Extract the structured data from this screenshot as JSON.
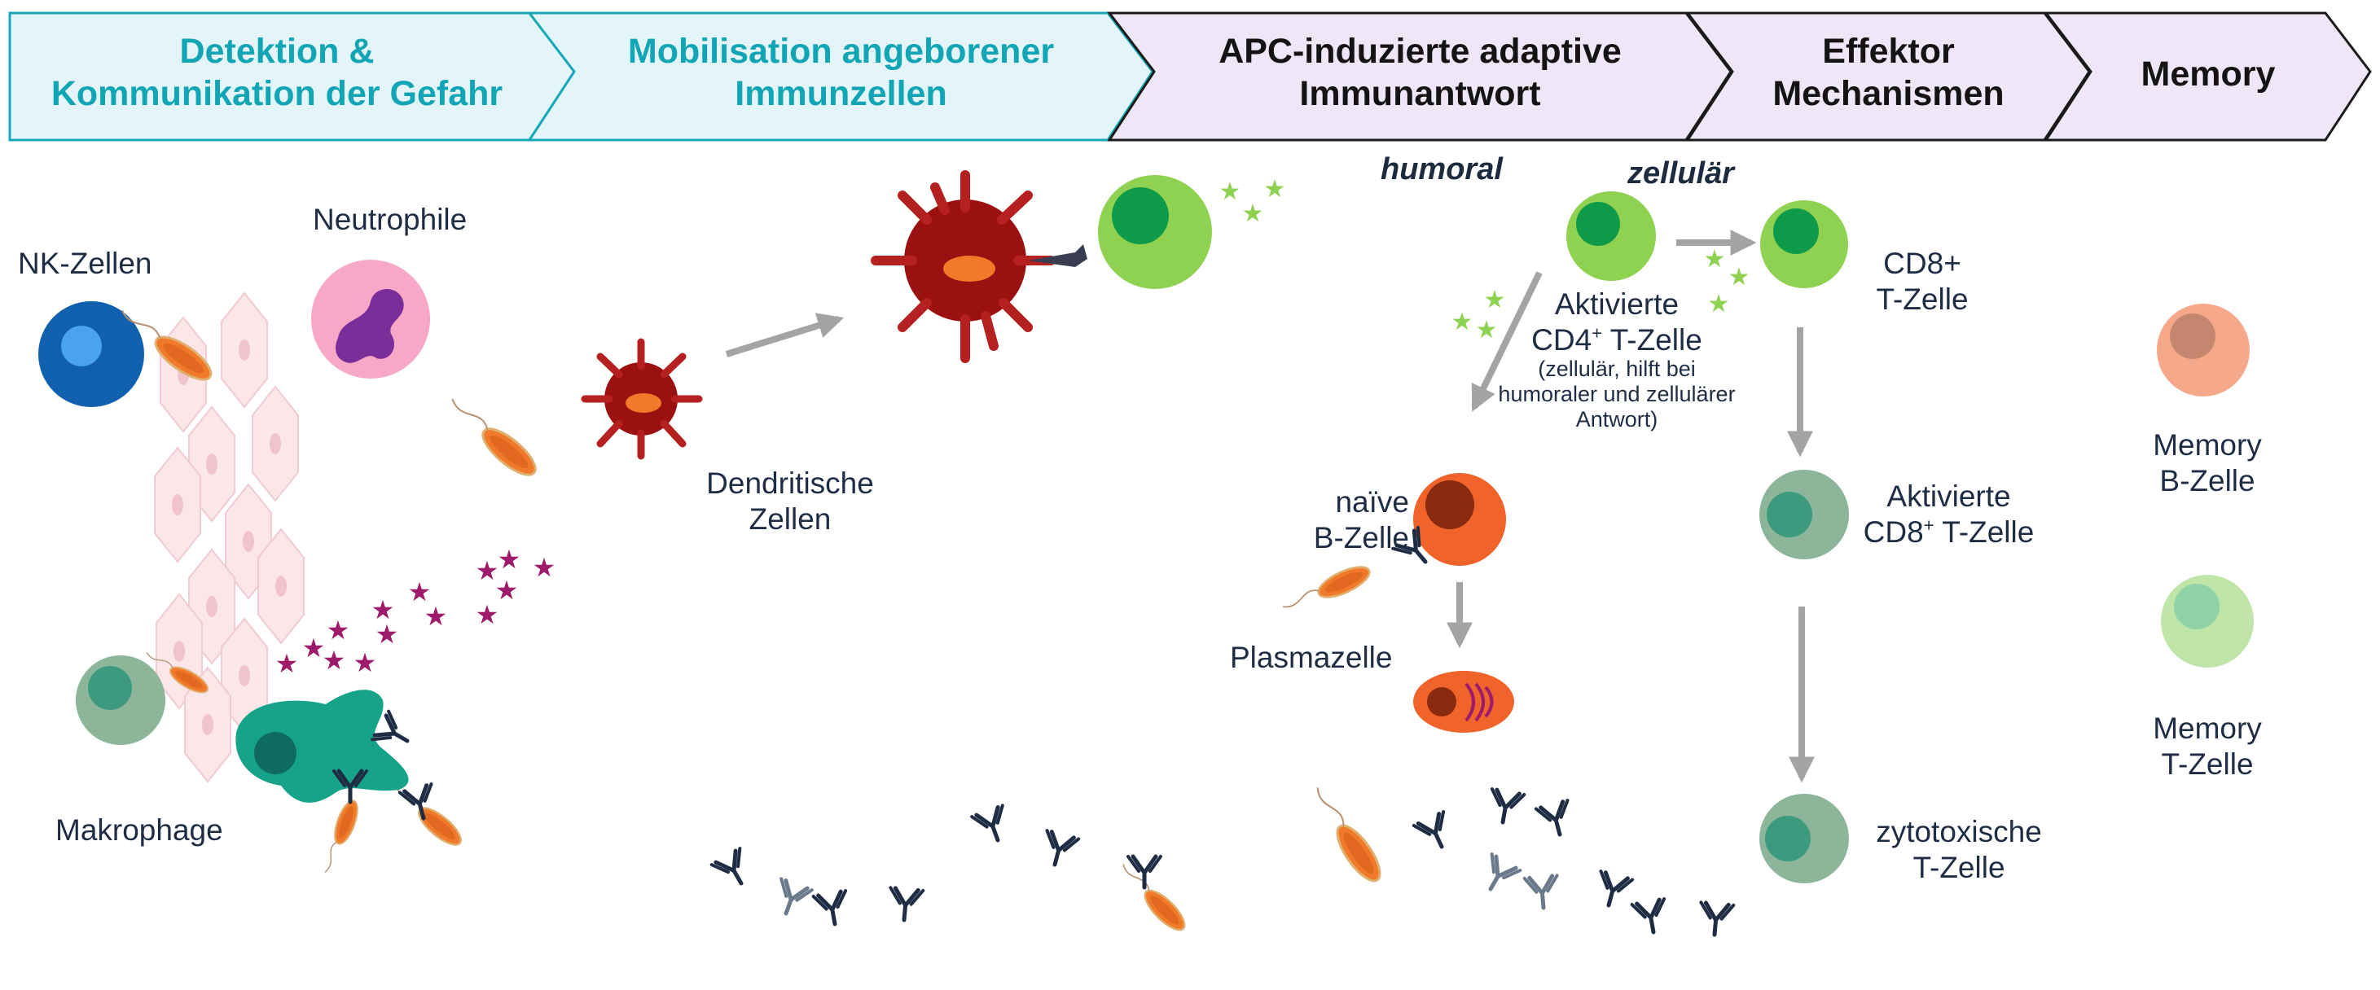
{
  "stages": [
    {
      "line1": "Detektion &",
      "line2": "Kommunikation der Gefahr",
      "fill": "#e3f5f8",
      "stroke": "#19a8b8",
      "text_color": "#12a5b5"
    },
    {
      "line1": "Mobilisation angeborener",
      "line2": "Immunzellen",
      "fill": "#e3f5f8",
      "stroke": "#19a8b8",
      "text_color": "#12a5b5"
    },
    {
      "line1": "APC-induzierte adaptive",
      "line2": "Immunantwort",
      "fill": "#efe7f7",
      "stroke": "#1a1a1a",
      "text_color": "#141414"
    },
    {
      "line1": "Effektor",
      "line2": "Mechanismen",
      "fill": "#efe7f7",
      "stroke": "#1a1a1a",
      "text_color": "#141414"
    },
    {
      "line1": "Memory",
      "line2": "",
      "fill": "#efe7f7",
      "stroke": "#1a1a1a",
      "text_color": "#141414"
    }
  ],
  "sections": {
    "humoral": "humoral",
    "cellular": "zellulär"
  },
  "labels": {
    "nk_cells": "NK-Zellen",
    "neutrophils": "Neutrophile",
    "macrophage": "Makrophage",
    "dendritic_1": "Dendritische",
    "dendritic_2": "Zellen",
    "cd4_1": "Aktivierte",
    "cd4_2": "CD4",
    "cd4_sup": "+",
    "cd4_3": " T-Zelle",
    "cd4_note_1": "(zellulär, hilft bei",
    "cd4_note_2": "humoraler und zellulärer",
    "cd4_note_3": "Antwort)",
    "cd8_1": "CD8+",
    "cd8_2": "T-Zelle",
    "naive_b_1": "naïve",
    "naive_b_2": "B-Zelle",
    "plasma": "Plasmazelle",
    "act_cd8_1": "Aktivierte",
    "act_cd8_2": "CD8",
    "act_cd8_sup": "+",
    "act_cd8_3": " T-Zelle",
    "cytotoxic_1": "zytotoxische",
    "cytotoxic_2": "T-Zelle",
    "mem_b_1": "Memory",
    "mem_b_2": "B-Zelle",
    "mem_t_1": "Memory",
    "mem_t_2": "T-Zelle"
  },
  "colors": {
    "nk_cell": "#1160ad",
    "neutrophil": "#f7a8c6",
    "macrophage": "#17a38a",
    "dendritic": "#9b1010",
    "t_cell": "#8fd150",
    "b_cell": "#f0632a",
    "effector_t": "#8db59a",
    "memory_b": "#f5a88a",
    "memory_t": "#bfe5a8",
    "cytokine_star": "#9e1a6a",
    "signal_star": "#8fd150",
    "arrow": "#a4a4a4",
    "antibody": "#1f2d44",
    "bacterium": "#f07a2a"
  },
  "icons": [
    "nk-cell-icon",
    "neutrophil-icon",
    "macrophage-icon",
    "dendritic-cell-icon",
    "t-cell-icon",
    "b-cell-icon",
    "plasma-cell-icon",
    "antibody-icon",
    "bacterium-icon",
    "cytokine-star-icon",
    "epithelial-cell-icon"
  ]
}
